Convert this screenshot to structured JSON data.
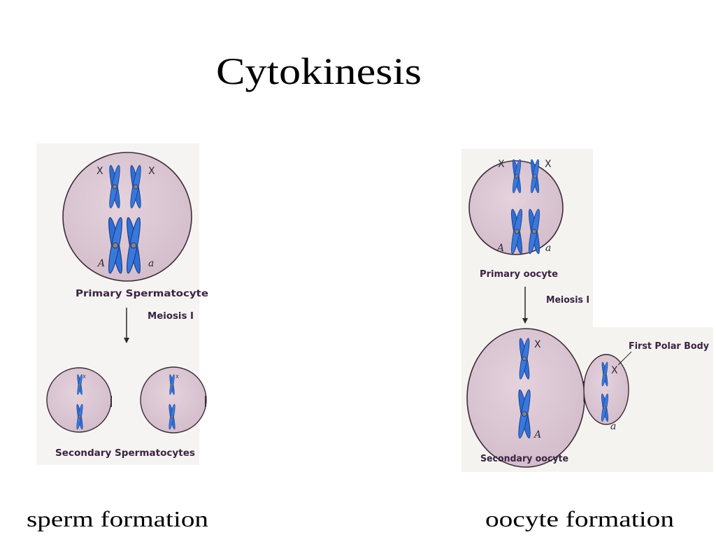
{
  "slide": {
    "title": "Cytokinesis"
  },
  "sperm": {
    "caption": "sperm formation",
    "primary_label": "Primary Spermatocyte",
    "step_label": "Meiosis I",
    "secondary_label": "Secondary Spermatocytes",
    "allele_x_left": "X",
    "allele_x_right": "X",
    "allele_upper_left": "A",
    "allele_upper_right": "a",
    "secondary_mark": "X"
  },
  "oocyte": {
    "caption": "oocyte formation",
    "primary_label": "Primary oocyte",
    "step_label": "Meiosis I",
    "polar_body_label": "First Polar Body",
    "secondary_label": "Secondary oocyte",
    "allele_x_left": "X",
    "allele_x_right": "X",
    "allele_lower_left": "A",
    "allele_lower_right": "a",
    "secondary_x": "X",
    "secondary_allele": "A",
    "polar_x": "X",
    "polar_allele": "a"
  },
  "colors": {
    "cell_fill": "#dcc7d3",
    "cell_outline": "#3b2b36",
    "chromosome": "#2f6fd4",
    "chromosome_outline": "#1b3f8f",
    "label_text": "#3a2342"
  }
}
